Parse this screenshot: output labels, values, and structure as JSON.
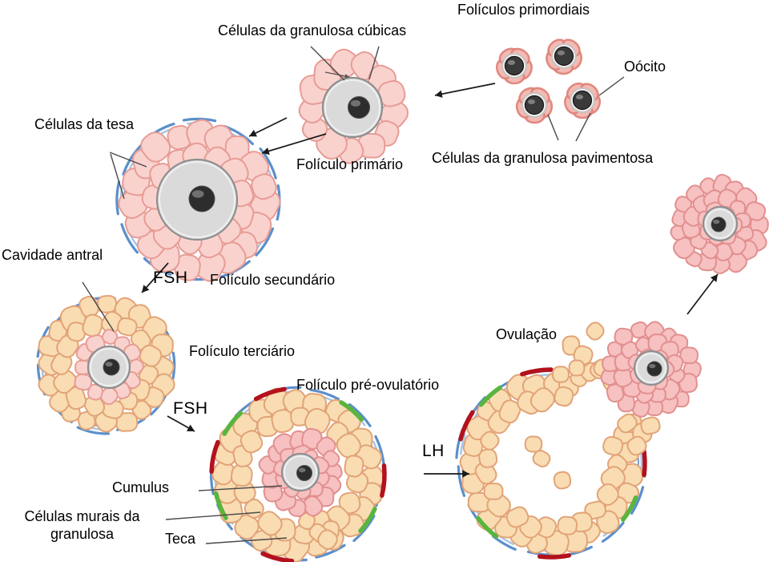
{
  "figure": {
    "title": "Folliculogenesis stages diagram",
    "labels": {
      "primordiais": "Folículos primordiais",
      "granulosa_cubicas": "Células da granulosa cúbicas",
      "oocito": "Oócito",
      "granulosa_pavimentosa": "Células da granulosa pavimentosa",
      "foliculo_primario": "Folículo primário",
      "celulas_da_tesa": "Células da tesa",
      "cavidade_antral": "Cavidade antral",
      "fsh_1": "FSH",
      "foliculo_secundario": "Folículo secundário",
      "foliculo_terciario": "Folículo terciário",
      "fsh_2": "FSH",
      "foliculo_pre_ovulatorio": "Folículo pré-ovulatório",
      "lh": "LH",
      "ovulacao": "Ovulação",
      "cumulus": "Cumulus",
      "celulas_murais": "Células murais da granulosa",
      "teca": "Teca"
    },
    "colors": {
      "granulosa_pink_fill": "#f9d2ce",
      "granulosa_pink_stroke": "#e79c94",
      "cumulus_pink_fill": "#f6c1c0",
      "cumulus_pink_stroke": "#e28f8f",
      "granulosa_orange_fill": "#f9dcb2",
      "granulosa_orange_stroke": "#e2a377",
      "theca_blue": "#5b8fcb",
      "theca_blue_light": "#a6c6e6",
      "accent_green": "#59b53e",
      "accent_red": "#b3111d",
      "oocyte_fill": "#dadada",
      "oocyte_stroke": "#8e8e8e",
      "nucleus_dark": "#2d2d2d",
      "primordial_fill": "#f4b7b0",
      "primordial_stroke": "#e0837a",
      "arrow_black": "#1a1a1a",
      "pointer_gray": "#4a4a4a"
    }
  }
}
